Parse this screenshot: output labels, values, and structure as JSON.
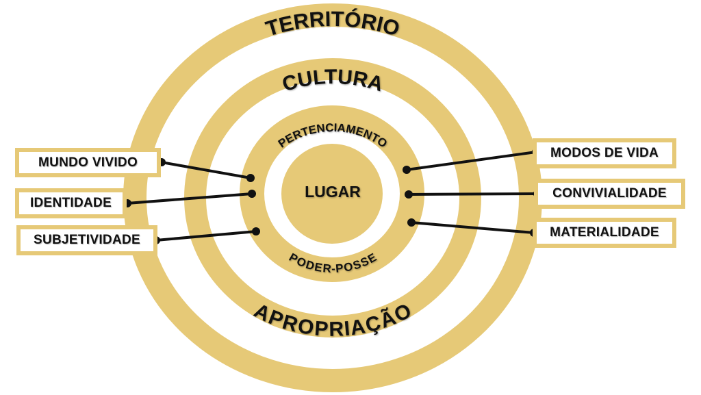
{
  "colors": {
    "ring": "#E6C977",
    "line": "#111111"
  },
  "rings": {
    "outer": "TERRITÓRIO",
    "outer_bottom": "APROPRIAÇÃO",
    "middle": "CULTURA",
    "inner_top": "PERTENCIAMENTO",
    "inner_bottom": "PODER-POSSE",
    "center": "LUGAR"
  },
  "left_labels": [
    "MUNDO VIVIDO",
    "IDENTIDADE",
    "SUBJETIVIDADE"
  ],
  "right_labels": [
    "MODOS DE VIDA",
    "CONVIVIALIDADE",
    "MATERIALIDADE"
  ]
}
